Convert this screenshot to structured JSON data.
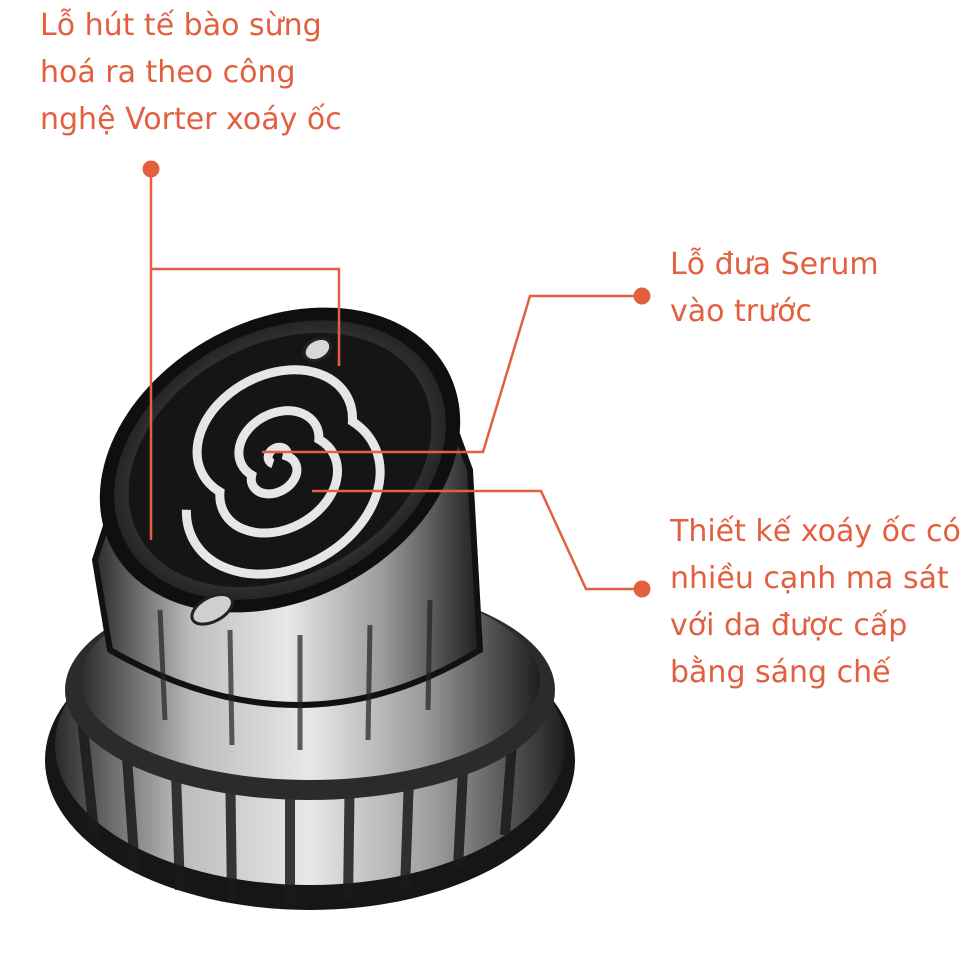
{
  "callouts": [
    {
      "lines": [
        "Lỗ hút tế bào sừng",
        "hoá ra theo công",
        "nghệ Vorter xoáy ốc"
      ]
    },
    {
      "lines": [
        "Lỗ đưa Serum",
        "vào trước"
      ]
    },
    {
      "lines": [
        "Thiết kế xoáy ốc có",
        "nhiều cạnh ma sát",
        "với da được cấp",
        "bằng sáng chế"
      ]
    }
  ],
  "colors": {
    "accent": "#e2603f",
    "device_dark": "#1a1a1a",
    "device_light": "#d9d9d9"
  }
}
